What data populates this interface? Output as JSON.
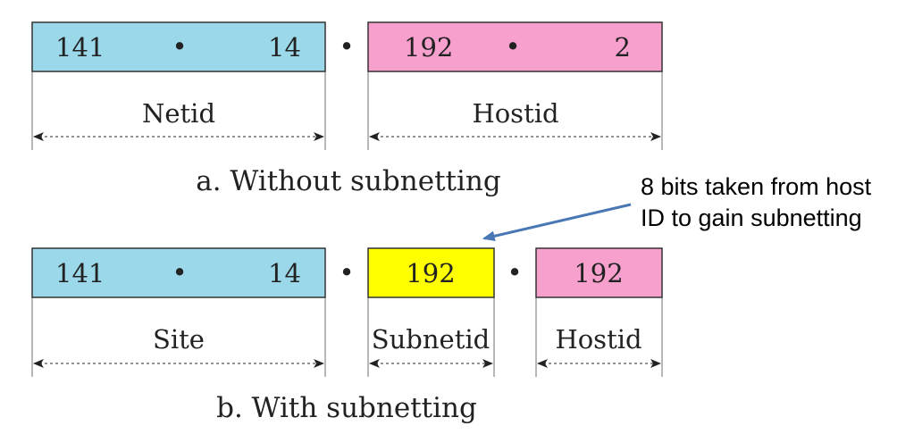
{
  "colors": {
    "netid_blue": "#9ad8ea",
    "hostid_pink": "#f7a0cd",
    "subnet_yellow": "#ffff00",
    "callout_arrow": "#4a78b5"
  },
  "top": {
    "box1": {
      "left": "141",
      "dot": "•",
      "right": "14"
    },
    "separator": "•",
    "box2": {
      "left": "192",
      "dot": "•",
      "right": "2"
    },
    "label_netid": "Netid",
    "label_hostid": "Hostid",
    "caption": "a. Without subnetting"
  },
  "bottom": {
    "box1": {
      "left": "141",
      "dot": "•",
      "right": "14"
    },
    "separator1": "•",
    "box2": {
      "value": "192"
    },
    "separator2": "•",
    "box3": {
      "value": "192"
    },
    "label_site": "Site",
    "label_subnetid": "Subnetid",
    "label_hostid": "Hostid",
    "caption": "b. With subnetting"
  },
  "callout": {
    "line1": "8 bits taken from host",
    "line2": "ID to gain subnetting"
  }
}
